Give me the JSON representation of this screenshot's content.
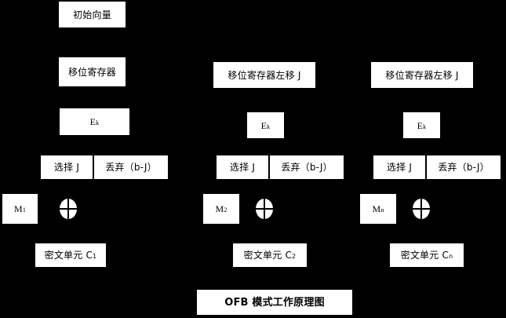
{
  "diagram": {
    "title": "OFB 模式工作原理图",
    "background_color": "#000000",
    "box_color": "#ffffff",
    "text_color": "#000000",
    "nodes": {
      "iv": "初始向量",
      "shift_register": "移位寄存器",
      "shift_register_left": "移位寄存器左移 J",
      "encrypt": "E",
      "encrypt_sub": "k",
      "select": "选择 J",
      "discard": "丢弃（b-J）",
      "plaintext_1": "M",
      "plaintext_1_sub": "1",
      "plaintext_2": "M",
      "plaintext_2_sub": "2",
      "plaintext_n": "M",
      "plaintext_n_sub": "n",
      "cipher_unit": "密文单元 C",
      "cipher_1_sub": "1",
      "cipher_2_sub": "2",
      "cipher_n_sub": "n",
      "xor": "xor-operator"
    },
    "columns": [
      {
        "index": 1,
        "top_box": "初始向量",
        "register": "移位寄存器",
        "encrypt": "E",
        "encrypt_sub": "k",
        "select": "选择 J",
        "discard": "丢弃（b-J）",
        "plaintext": "M",
        "plaintext_sub": "1",
        "cipher": "密文单元 C",
        "cipher_sub": "1"
      },
      {
        "index": 2,
        "register": "移位寄存器左移 J",
        "encrypt": "E",
        "encrypt_sub": "k",
        "select": "选择 J",
        "discard": "丢弃（b-J）",
        "plaintext": "M",
        "plaintext_sub": "2",
        "cipher": "密文单元 C",
        "cipher_sub": "2"
      },
      {
        "index": 3,
        "register": "移位寄存器左移 J",
        "encrypt": "E",
        "encrypt_sub": "k",
        "select": "选择 J",
        "discard": "丢弃（b-J）",
        "plaintext": "M",
        "plaintext_sub": "n",
        "cipher": "密文单元 C",
        "cipher_sub": "n"
      }
    ]
  }
}
